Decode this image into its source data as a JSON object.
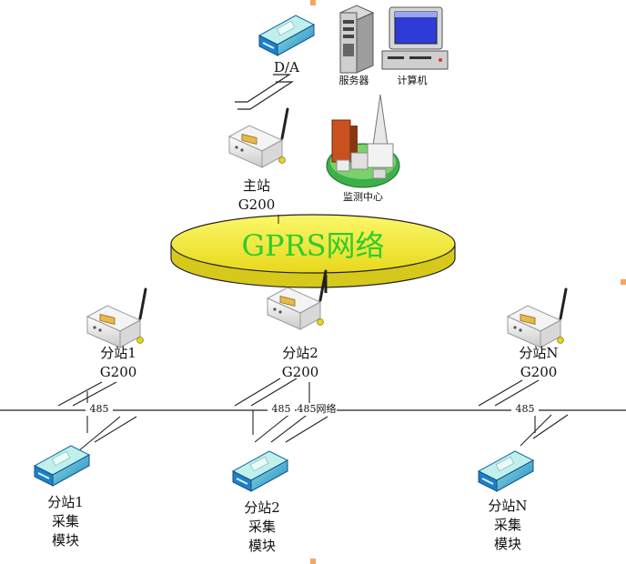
{
  "network": {
    "label": "GPRS网络",
    "label_color": "#2ecc2e",
    "fill": "#f4f02a"
  },
  "center": {
    "da_label": "D/A",
    "server_label": "服务器",
    "computer_label": "计算机",
    "monitor_label": "监测中心",
    "main_station": {
      "line1": "主站",
      "line2": "G200"
    }
  },
  "substations": [
    {
      "line1": "分站1",
      "line2": "G200",
      "bus_tag": "485",
      "module": {
        "line1": "分站1",
        "line2": "采集",
        "line3": "模块"
      }
    },
    {
      "line1": "分站2",
      "line2": "G200",
      "bus_tag": "485",
      "net_tag": "485网络",
      "module": {
        "line1": "分站2",
        "line2": "采集",
        "line3": "模块"
      }
    },
    {
      "line1": "分站N",
      "line2": "G200",
      "bus_tag": "485",
      "module": {
        "line1": "分站N",
        "line2": "采集",
        "line3": "模块"
      }
    }
  ],
  "colors": {
    "line": "#222222",
    "module_blue": "#2c8fd6",
    "module_teal": "#6fd3c8"
  }
}
